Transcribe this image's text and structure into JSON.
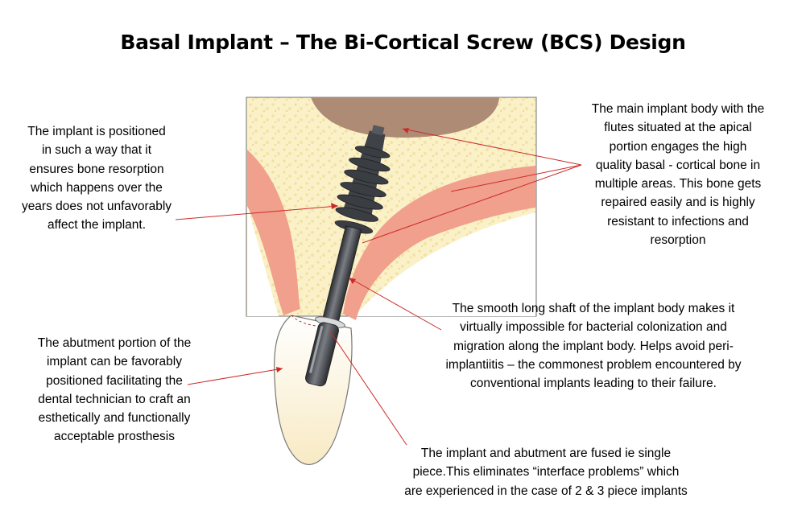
{
  "title": "Basal Implant – The Bi-Cortical Screw (BCS) Design",
  "colors": {
    "bone": "#fbf1c8",
    "cortical_bone": "#f0a08c",
    "sinus": "#ae8b74",
    "implant": "#3f4246",
    "leader_line": "#cc2a2a"
  },
  "annotations": {
    "positioning": {
      "lines": [
        "The implant is  positioned",
        "in such a way that it",
        "ensures  bone resorption",
        "which happens over the",
        "years does not unfavorably",
        "affect the implant."
      ]
    },
    "main_body": {
      "lines": [
        "The main implant body with the",
        "flutes situated at the apical",
        "portion engages the high",
        "quality basal - cortical bone in",
        "multiple areas. This bone gets",
        "repaired easily and is highly",
        "resistant to infections and",
        "resorption"
      ]
    },
    "shaft": {
      "lines": [
        "The smooth long shaft of the implant body makes it",
        "virtually impossible for bacterial colonization and",
        "migration along the implant body.  Helps avoid peri-",
        "implantiitis – the commonest problem encountered by",
        "conventional implants leading to their failure."
      ]
    },
    "abutment": {
      "lines": [
        "The abutment portion of the",
        "implant  can be favorably",
        "positioned facilitating the",
        "dental technician to craft an",
        "esthetically and functionally",
        "acceptable prosthesis"
      ]
    },
    "single_piece": {
      "lines": [
        "The implant and abutment are fused ie single",
        "piece.This eliminates “interface problems”  which",
        "are experienced in the case of 2 & 3 piece implants"
      ]
    }
  }
}
